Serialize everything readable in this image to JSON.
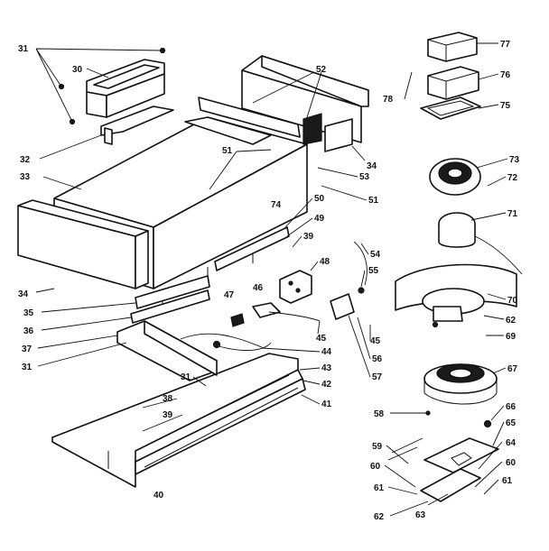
{
  "labels": {
    "l31a": "31",
    "l30": "30",
    "l32": "32",
    "l33": "33",
    "l34a": "34",
    "l35": "35",
    "l36": "36",
    "l37": "37",
    "l31b": "31",
    "l31c": "31",
    "l38": "38",
    "l39a": "39",
    "l40": "40",
    "l47": "47",
    "l46": "46",
    "l52": "52",
    "l51a": "51",
    "l53": "53",
    "l51b": "51",
    "l34b": "34",
    "l74": "74",
    "l50": "50",
    "l49": "49",
    "l39b": "39",
    "l48": "48",
    "l45a": "45",
    "l44": "44",
    "l43": "43",
    "l42": "42",
    "l41": "41",
    "l54": "54",
    "l55": "55",
    "l45b": "45",
    "l56": "56",
    "l57": "57",
    "l78": "78",
    "l77": "77",
    "l76": "76",
    "l75": "75",
    "l73": "73",
    "l72": "72",
    "l71": "71",
    "l70": "70",
    "l62a": "62",
    "l69": "69",
    "l67": "67",
    "l58": "58",
    "l66": "66",
    "l65": "65",
    "l59": "59",
    "l64": "64",
    "l60a": "60",
    "l60b": "60",
    "l61a": "61",
    "l61b": "61",
    "l62b": "62",
    "l63": "63"
  }
}
